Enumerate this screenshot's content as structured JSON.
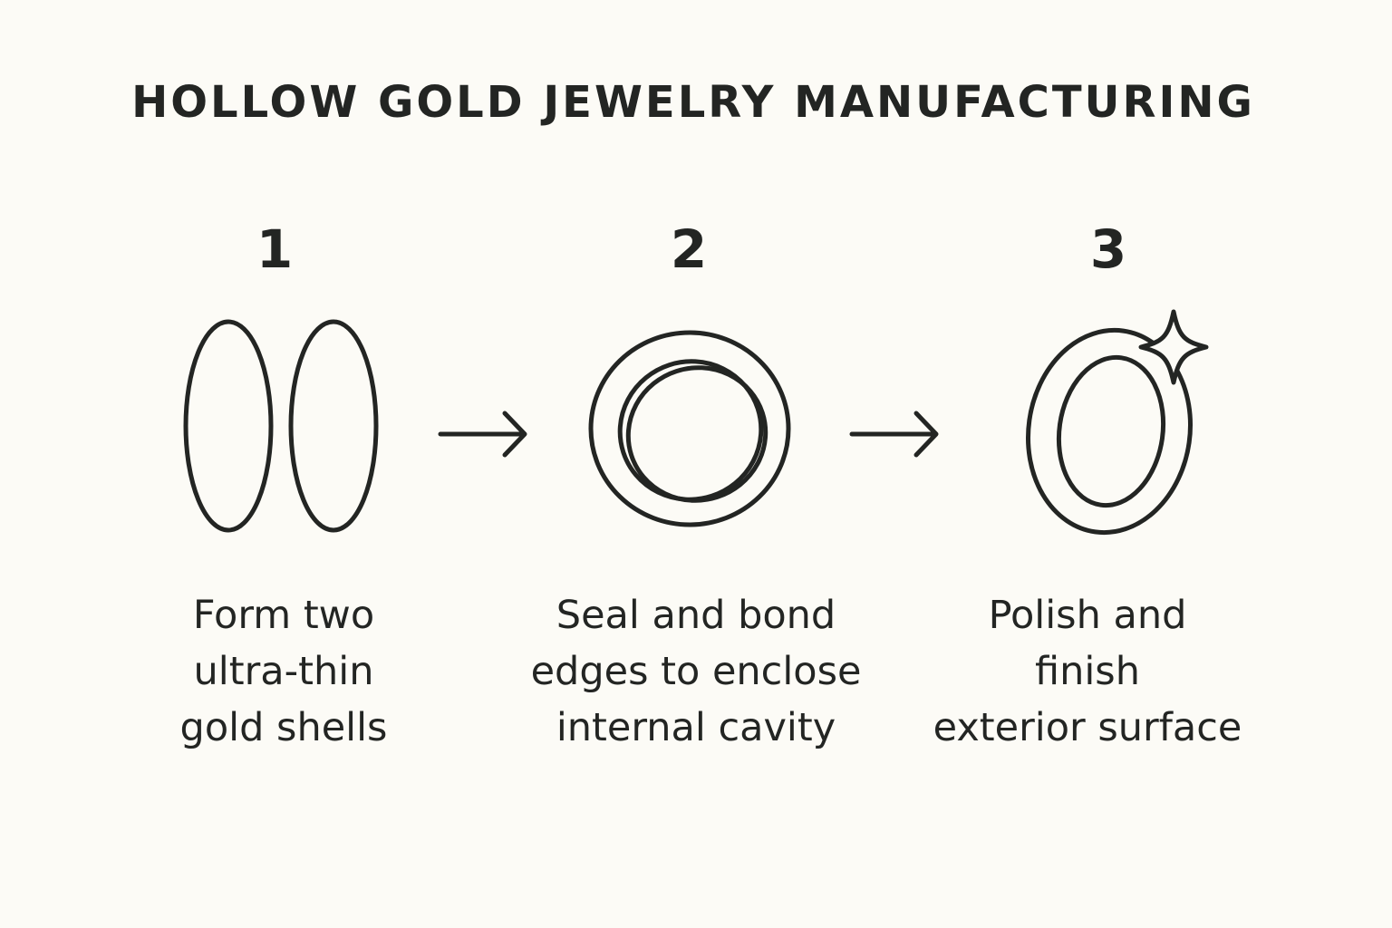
{
  "diagram": {
    "title": "HOLLOW GOLD JEWELRY MANUFACTURING",
    "steps": [
      {
        "number": "1",
        "icon": "two-shells-icon",
        "description_lines": [
          "Form two",
          "ultra-thin",
          "gold shells"
        ]
      },
      {
        "number": "2",
        "icon": "sealed-ring-icon",
        "description_lines": [
          "Seal and bond",
          "edges to enclose",
          "internal cavity"
        ]
      },
      {
        "number": "3",
        "icon": "polished-ring-sparkle-icon",
        "description_lines": [
          "Polish and",
          "finish",
          "exterior surface"
        ]
      }
    ],
    "connectors": [
      "right-arrow-icon",
      "right-arrow-icon"
    ],
    "colors": {
      "background": "#fcfbf6",
      "ink": "#232523"
    }
  }
}
